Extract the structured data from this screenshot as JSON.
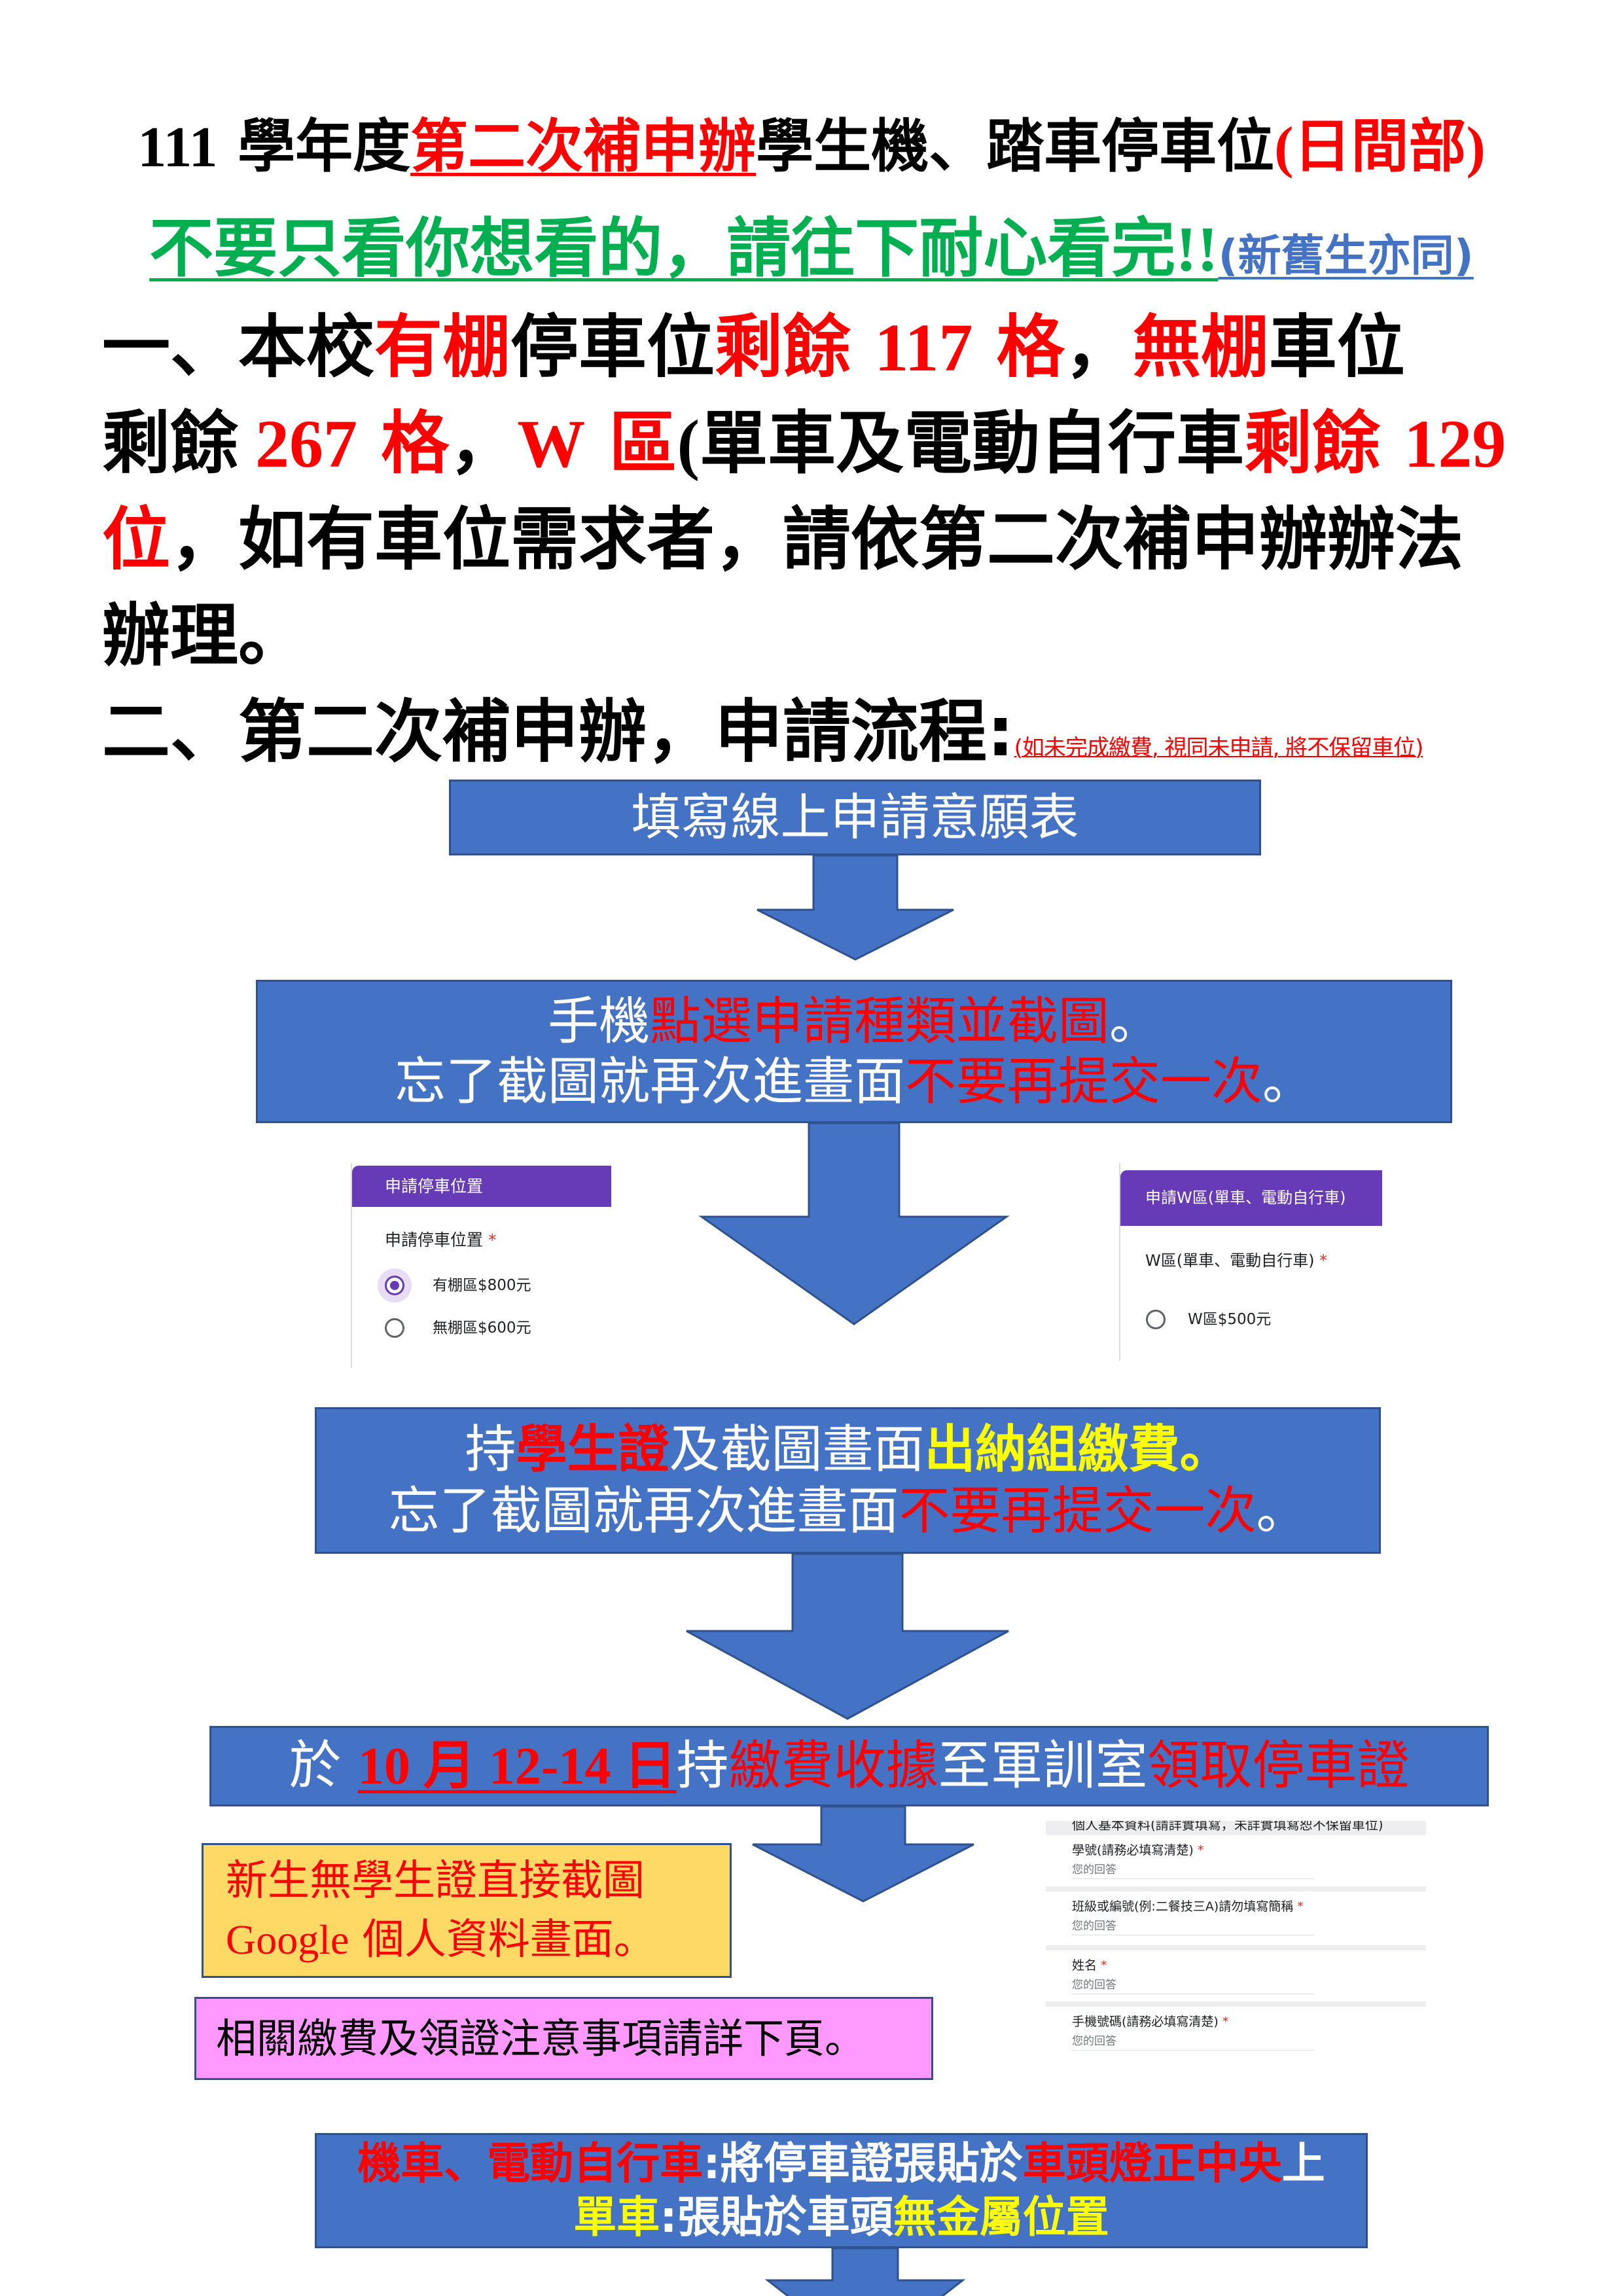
{
  "colors": {
    "emphasis_red": "#FF0000",
    "warning_green": "#00B050",
    "note_blue": "#4472C4",
    "flow_box_fill": "#4472C4",
    "flow_box_border": "#2F528F",
    "highlight_yellow": "#FFFF00",
    "note_box_yellow": "#FFD966",
    "note_box_pink": "#FF99FF",
    "form_purple": "#673AB7"
  },
  "title": {
    "year": "111",
    "year_label": " 學年度",
    "round": "第二次補申辦",
    "subject": "學生機、踏車停車位",
    "division": "(日間部)"
  },
  "subtitle": {
    "warning": "不要只看你想看的，請往下耐心看完",
    "exclaim": "!!",
    "note": "(新舊生亦同)"
  },
  "section1": {
    "line1": [
      "一、本校",
      "有棚",
      "停車位",
      "剩餘 ",
      "117",
      " 格",
      "，",
      "無棚",
      "車位"
    ],
    "line2": [
      "剩餘",
      " 267",
      " 格",
      "，",
      "W",
      " 區",
      "(",
      "單車及電動自行車",
      "剩餘 ",
      "129"
    ],
    "line3": [
      "位",
      "，如有車位需求者，請依第二次補申辦辦法"
    ],
    "line4": [
      "辦理。"
    ]
  },
  "section2": {
    "heading": "二、第二次補申辦，申請流程:",
    "note": "(如未完成繳費, 視同未申請, 將不保留車位)"
  },
  "flow": {
    "step1": "填寫線上申請意願表",
    "step2": {
      "line1": [
        "手機",
        "點選申請種類並截圖",
        "。"
      ],
      "line2": [
        "忘了截圖就再次進畫面",
        "不要再提交一次",
        "。"
      ]
    },
    "step3": {
      "line1": [
        "持",
        "學生證",
        "及截圖畫面",
        "出納組繳費。"
      ],
      "line2": [
        "忘了截圖就再次進畫面",
        "不要再提交一次",
        "。"
      ]
    },
    "step4": [
      "於 ",
      "10 月 12-14 日",
      "持",
      "繳費收據",
      "至軍訓室",
      "領取停車證"
    ],
    "step5": {
      "line1": [
        "機車、電動自行車",
        ":將停車證張貼於",
        "車頭燈正中央",
        "上"
      ],
      "line2": [
        "單車",
        ":張貼於車頭",
        "無金屬位置"
      ]
    }
  },
  "notes": {
    "new_student": [
      "新生無學生證直接截圖",
      "Google",
      " 個人資料畫面。"
    ],
    "see_next_page": "相關繳費及領證注意事項請詳下頁。"
  },
  "form_parking": {
    "header": "申請停車位置",
    "question": "申請停車位置",
    "required": " *",
    "options": [
      {
        "label": "有棚區$800元",
        "selected": true
      },
      {
        "label": "無棚區$600元",
        "selected": false
      }
    ]
  },
  "form_w_zone": {
    "header": "申請W區(單車、電動自行車)",
    "question": "W區(單車、電動自行車)",
    "required": " *",
    "options": [
      {
        "label": "W區$500元",
        "selected": false
      }
    ]
  },
  "form_profile": {
    "header": "個人基本資料(請詳實填寫，未詳實填寫恕不保留車位)",
    "fields": [
      {
        "label": "學號(請務必填寫清楚)",
        "required": " *",
        "placeholder": "您的回答"
      },
      {
        "label": "班級或編號(例:二餐技三A)請勿填寫簡稱",
        "required": " *",
        "placeholder": "您的回答"
      },
      {
        "label": "姓名",
        "required": " *",
        "placeholder": "您的回答"
      },
      {
        "label": "手機號碼(請務必填寫清楚)",
        "required": " *",
        "placeholder": "您的回答"
      }
    ]
  }
}
